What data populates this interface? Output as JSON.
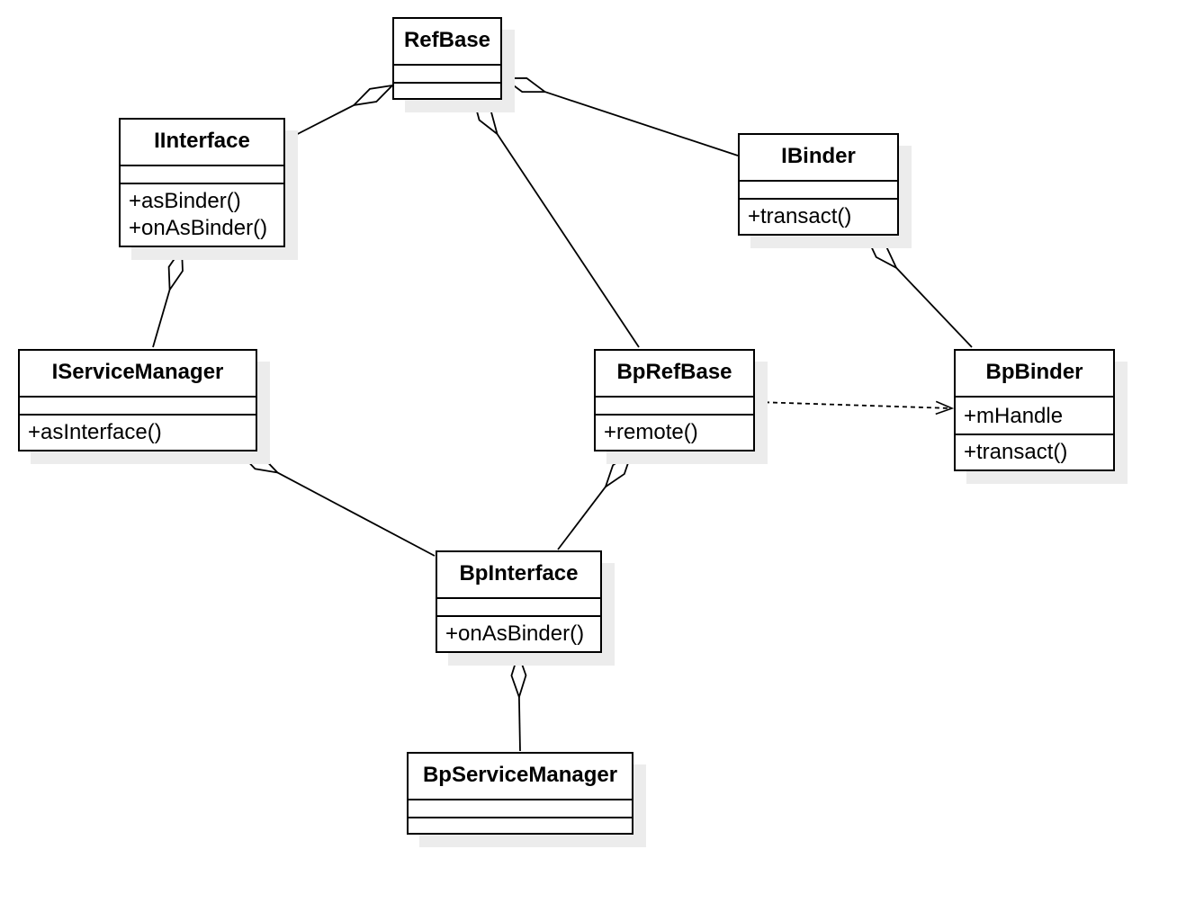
{
  "classes": {
    "RefBase": {
      "name": "RefBase",
      "attributes": [],
      "operations": []
    },
    "IInterface": {
      "name": "IInterface",
      "attributes": [],
      "operations": [
        "+asBinder()",
        "+onAsBinder()"
      ]
    },
    "IBinder": {
      "name": "IBinder",
      "attributes": [],
      "operations": [
        "+transact()"
      ]
    },
    "IServiceManager": {
      "name": "IServiceManager",
      "attributes": [],
      "operations": [
        "+asInterface()"
      ]
    },
    "BpRefBase": {
      "name": "BpRefBase",
      "attributes": [],
      "operations": [
        "+remote()"
      ]
    },
    "BpBinder": {
      "name": "BpBinder",
      "attributes": [
        "+mHandle"
      ],
      "operations": [
        "+transact()"
      ]
    },
    "BpInterface": {
      "name": "BpInterface",
      "attributes": [],
      "operations": [
        "+onAsBinder()"
      ]
    },
    "BpServiceManager": {
      "name": "BpServiceManager",
      "attributes": [],
      "operations": []
    }
  },
  "relationships": [
    {
      "from": "IInterface",
      "to": "RefBase",
      "type": "aggregation"
    },
    {
      "from": "IBinder",
      "to": "RefBase",
      "type": "aggregation"
    },
    {
      "from": "BpRefBase",
      "to": "RefBase",
      "type": "aggregation"
    },
    {
      "from": "IServiceManager",
      "to": "IInterface",
      "type": "aggregation"
    },
    {
      "from": "BpBinder",
      "to": "IBinder",
      "type": "aggregation"
    },
    {
      "from": "BpInterface",
      "to": "IServiceManager",
      "type": "aggregation"
    },
    {
      "from": "BpInterface",
      "to": "BpRefBase",
      "type": "aggregation"
    },
    {
      "from": "BpServiceManager",
      "to": "BpInterface",
      "type": "aggregation"
    },
    {
      "from": "BpRefBase",
      "to": "BpBinder",
      "type": "dependency"
    }
  ]
}
